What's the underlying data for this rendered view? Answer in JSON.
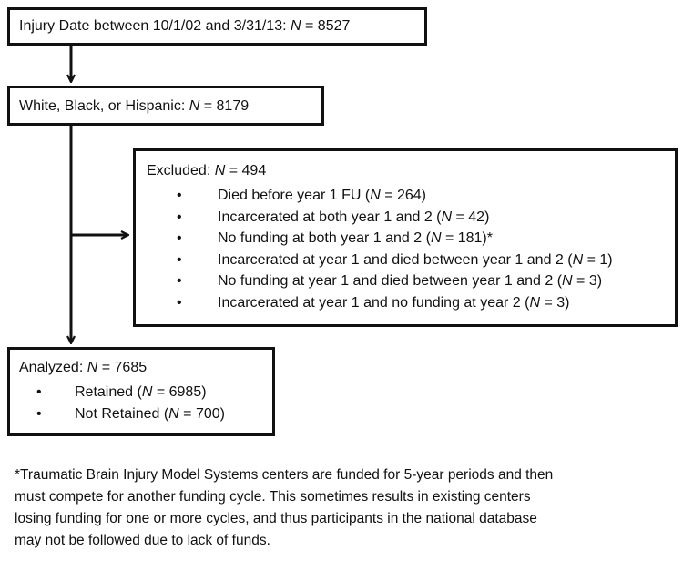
{
  "boxes": {
    "top": {
      "prefix": "Injury Date between 10/1/02 and 3/31/13: ",
      "n_label": "N",
      "value": " = 8527"
    },
    "white": {
      "prefix": "White, Black, or Hispanic: ",
      "n_label": "N",
      "value": " = 8179"
    },
    "excluded": {
      "prefix": "Excluded: ",
      "n_label": "N",
      "value": " = 494",
      "items": [
        {
          "pre": "Died before year 1 FU (",
          "n": "N",
          "post": " = 264)"
        },
        {
          "pre": "Incarcerated at both year 1 and 2 (",
          "n": "N",
          "post": " = 42)"
        },
        {
          "pre": "No funding at both year 1 and 2 (",
          "n": "N",
          "post": " = 181)*"
        },
        {
          "pre": "Incarcerated at year 1 and died between year 1 and 2 (",
          "n": "N",
          "post": " = 1)"
        },
        {
          "pre": "No funding at year 1 and died between year 1 and 2 (",
          "n": "N",
          "post": " = 3)"
        },
        {
          "pre": "Incarcerated at year 1 and no funding at year 2 (",
          "n": "N",
          "post": " = 3)"
        }
      ]
    },
    "analyzed": {
      "prefix": "Analyzed: ",
      "n_label": "N",
      "value": " = 7685",
      "items": [
        {
          "pre": "Retained (",
          "n": "N",
          "post": " = 6985)"
        },
        {
          "pre": "Not Retained (",
          "n": "N",
          "post": " = 700)"
        }
      ]
    }
  },
  "footnote": {
    "lines": [
      "*Traumatic Brain Injury Model Systems centers are funded for 5-year periods and then",
      "must compete for another funding cycle. This sometimes results in existing centers",
      "losing funding for one or more cycles, and thus participants in the national database",
      "may not be followed due to lack of funds."
    ]
  }
}
